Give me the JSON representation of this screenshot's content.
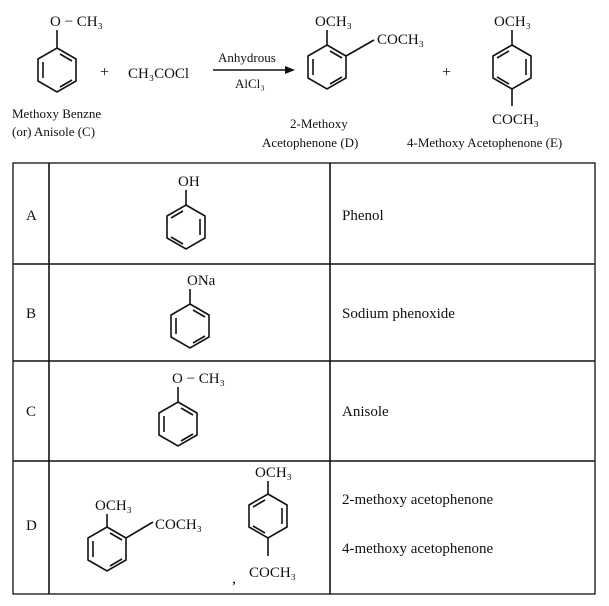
{
  "reaction": {
    "reactant1_sub": "O − CH₃",
    "reactant1_name_line1": "Methoxy Benzne",
    "reactant1_name_line2": "(or) Anisole  (C)",
    "plus1": "+",
    "reactant2": "CH₃COCl",
    "condition_top": "Anhydrous",
    "condition_bottom": "AlCl₃",
    "product1_sub1": "OCH₃",
    "product1_sub2": "COCH₃",
    "product1_name_line1": "2-Methoxy",
    "product1_name_line2": "Acetophenone (D)",
    "plus2": "+",
    "product2_sub1": "OCH₃",
    "product2_sub2": "COCH₃",
    "product2_name": "4-Methoxy Acetophenone (E)"
  },
  "table": {
    "rows": [
      {
        "letter": "A",
        "sub": "OH",
        "name": "Phenol"
      },
      {
        "letter": "B",
        "sub": "ONa",
        "name": "Sodium phenoxide"
      },
      {
        "letter": "C",
        "sub": "O − CH₃",
        "name": "Anisole"
      },
      {
        "letter": "D",
        "ortho_sub1": "OCH₃",
        "ortho_sub2": "COCH₃",
        "comma": ",",
        "para_sub1": "OCH₃",
        "para_sub2": "COCH₃",
        "name_line1": "2-methoxy acetophenone",
        "name_line2": "4-methoxy acetophenone"
      }
    ]
  }
}
